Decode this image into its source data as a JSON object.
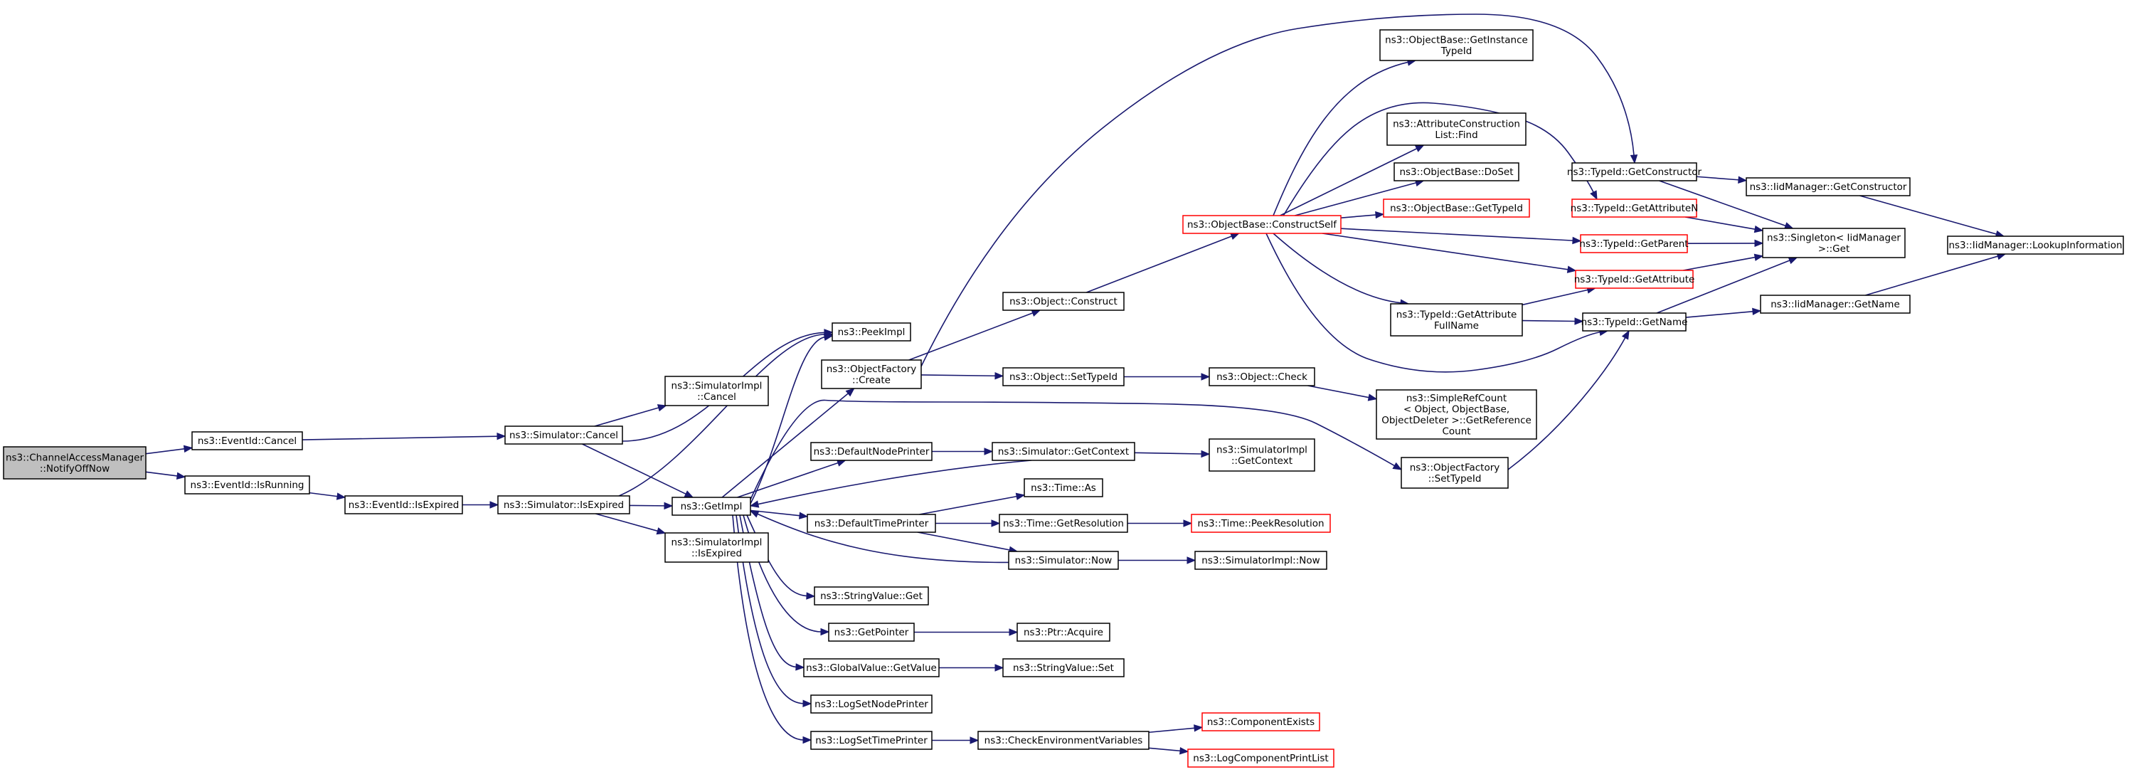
{
  "colors": {
    "edge": "#191970",
    "normal_border": "#000000",
    "truncated_border": "#ff0000",
    "root_fill": "#bfbfbf"
  },
  "nodes": [
    {
      "id": "notify",
      "label": [
        "ns3::ChannelAccessManager",
        "::NotifyOffNow"
      ],
      "style": "root"
    },
    {
      "id": "evCancel",
      "label": [
        "ns3::EventId::Cancel"
      ],
      "style": "normal"
    },
    {
      "id": "evIsRunning",
      "label": [
        "ns3::EventId::IsRunning"
      ],
      "style": "normal"
    },
    {
      "id": "evIsExpired",
      "label": [
        "ns3::EventId::IsExpired"
      ],
      "style": "normal"
    },
    {
      "id": "simCancel",
      "label": [
        "ns3::Simulator::Cancel"
      ],
      "style": "normal"
    },
    {
      "id": "simIsExpired",
      "label": [
        "ns3::Simulator::IsExpired"
      ],
      "style": "normal"
    },
    {
      "id": "siCancel",
      "label": [
        "ns3::SimulatorImpl",
        "::Cancel"
      ],
      "style": "normal"
    },
    {
      "id": "siIsExpired",
      "label": [
        "ns3::SimulatorImpl",
        "::IsExpired"
      ],
      "style": "normal"
    },
    {
      "id": "getImpl",
      "label": [
        "ns3::GetImpl"
      ],
      "style": "normal"
    },
    {
      "id": "peekImpl",
      "label": [
        "ns3::PeekImpl"
      ],
      "style": "normal"
    },
    {
      "id": "ofCreate",
      "label": [
        "ns3::ObjectFactory",
        "::Create"
      ],
      "style": "normal"
    },
    {
      "id": "defNodePrinter",
      "label": [
        "ns3::DefaultNodePrinter"
      ],
      "style": "normal"
    },
    {
      "id": "defTimePrinter",
      "label": [
        "ns3::DefaultTimePrinter"
      ],
      "style": "normal"
    },
    {
      "id": "strValGet",
      "label": [
        "ns3::StringValue::Get"
      ],
      "style": "normal"
    },
    {
      "id": "getPointer",
      "label": [
        "ns3::GetPointer"
      ],
      "style": "normal"
    },
    {
      "id": "gvGetValue",
      "label": [
        "ns3::GlobalValue::GetValue"
      ],
      "style": "normal"
    },
    {
      "id": "logSetNode",
      "label": [
        "ns3::LogSetNodePrinter"
      ],
      "style": "normal"
    },
    {
      "id": "logSetTime",
      "label": [
        "ns3::LogSetTimePrinter"
      ],
      "style": "normal"
    },
    {
      "id": "objConstruct",
      "label": [
        "ns3::Object::Construct"
      ],
      "style": "normal"
    },
    {
      "id": "objSetTypeId",
      "label": [
        "ns3::Object::SetTypeId"
      ],
      "style": "normal"
    },
    {
      "id": "simGetContext",
      "label": [
        "ns3::Simulator::GetContext"
      ],
      "style": "normal"
    },
    {
      "id": "timeAs",
      "label": [
        "ns3::Time::As"
      ],
      "style": "normal"
    },
    {
      "id": "timeGetRes",
      "label": [
        "ns3::Time::GetResolution"
      ],
      "style": "normal"
    },
    {
      "id": "simNow",
      "label": [
        "ns3::Simulator::Now"
      ],
      "style": "normal"
    },
    {
      "id": "ptrAcquire",
      "label": [
        "ns3::Ptr::Acquire"
      ],
      "style": "normal"
    },
    {
      "id": "strValSet",
      "label": [
        "ns3::StringValue::Set"
      ],
      "style": "normal"
    },
    {
      "id": "checkEnv",
      "label": [
        "ns3::CheckEnvironmentVariables"
      ],
      "style": "normal"
    },
    {
      "id": "obConstructSelf",
      "label": [
        "ns3::ObjectBase::ConstructSelf"
      ],
      "style": "red"
    },
    {
      "id": "objCheck",
      "label": [
        "ns3::Object::Check"
      ],
      "style": "normal"
    },
    {
      "id": "siGetContext",
      "label": [
        "ns3::SimulatorImpl",
        "::GetContext"
      ],
      "style": "normal"
    },
    {
      "id": "timePeekRes",
      "label": [
        "ns3::Time::PeekResolution"
      ],
      "style": "red"
    },
    {
      "id": "siNow",
      "label": [
        "ns3::SimulatorImpl::Now"
      ],
      "style": "normal"
    },
    {
      "id": "compExists",
      "label": [
        "ns3::ComponentExists"
      ],
      "style": "red"
    },
    {
      "id": "logCompPrint",
      "label": [
        "ns3::LogComponentPrintList"
      ],
      "style": "red"
    },
    {
      "id": "obGetInstTid",
      "label": [
        "ns3::ObjectBase::GetInstance",
        "TypeId"
      ],
      "style": "normal"
    },
    {
      "id": "acListFind",
      "label": [
        "ns3::AttributeConstruction",
        "List::Find"
      ],
      "style": "normal"
    },
    {
      "id": "obDoSet",
      "label": [
        "ns3::ObjectBase::DoSet"
      ],
      "style": "normal"
    },
    {
      "id": "obGetTypeId",
      "label": [
        "ns3::ObjectBase::GetTypeId"
      ],
      "style": "red"
    },
    {
      "id": "tidGetAttrFull",
      "label": [
        "ns3::TypeId::GetAttribute",
        "FullName"
      ],
      "style": "normal"
    },
    {
      "id": "simpleRef",
      "label": [
        "ns3::SimpleRefCount",
        "< Object, ObjectBase,",
        " ObjectDeleter >::GetReference",
        "Count"
      ],
      "style": "normal"
    },
    {
      "id": "ofSetTypeId",
      "label": [
        "ns3::ObjectFactory",
        "::SetTypeId"
      ],
      "style": "normal"
    },
    {
      "id": "tidGetConstructor",
      "label": [
        "ns3::TypeId::GetConstructor"
      ],
      "style": "normal"
    },
    {
      "id": "tidGetAttrN",
      "label": [
        "ns3::TypeId::GetAttributeN"
      ],
      "style": "red"
    },
    {
      "id": "tidGetParent",
      "label": [
        "ns3::TypeId::GetParent"
      ],
      "style": "red"
    },
    {
      "id": "tidGetAttribute",
      "label": [
        "ns3::TypeId::GetAttribute"
      ],
      "style": "red"
    },
    {
      "id": "tidGetName",
      "label": [
        "ns3::TypeId::GetName"
      ],
      "style": "normal"
    },
    {
      "id": "iidGetConstructor",
      "label": [
        "ns3::IidManager::GetConstructor"
      ],
      "style": "normal"
    },
    {
      "id": "singletonGet",
      "label": [
        "ns3::Singleton< IidManager",
        " >::Get"
      ],
      "style": "normal"
    },
    {
      "id": "iidGetName",
      "label": [
        "ns3::IidManager::GetName"
      ],
      "style": "normal"
    },
    {
      "id": "iidLookup",
      "label": [
        "ns3::IidManager::LookupInformation"
      ],
      "style": "normal"
    }
  ],
  "edges": [
    [
      "notify",
      "evCancel"
    ],
    [
      "notify",
      "evIsRunning"
    ],
    [
      "evCancel",
      "simCancel"
    ],
    [
      "evIsRunning",
      "evIsExpired"
    ],
    [
      "evIsExpired",
      "simIsExpired"
    ],
    [
      "simCancel",
      "siCancel"
    ],
    [
      "simCancel",
      "getImpl"
    ],
    [
      "simCancel",
      "peekImpl"
    ],
    [
      "simIsExpired",
      "siIsExpired"
    ],
    [
      "simIsExpired",
      "getImpl"
    ],
    [
      "simIsExpired",
      "peekImpl"
    ],
    [
      "getImpl",
      "peekImpl"
    ],
    [
      "getImpl",
      "ofCreate"
    ],
    [
      "getImpl",
      "defNodePrinter"
    ],
    [
      "getImpl",
      "defTimePrinter"
    ],
    [
      "getImpl",
      "strValGet"
    ],
    [
      "getImpl",
      "getPointer"
    ],
    [
      "getImpl",
      "gvGetValue"
    ],
    [
      "getImpl",
      "logSetNode"
    ],
    [
      "getImpl",
      "logSetTime"
    ],
    [
      "getImpl",
      "ofSetTypeId"
    ],
    [
      "ofCreate",
      "objConstruct"
    ],
    [
      "ofCreate",
      "objSetTypeId"
    ],
    [
      "ofCreate",
      "tidGetConstructor"
    ],
    [
      "defNodePrinter",
      "simGetContext"
    ],
    [
      "simGetContext",
      "getImpl"
    ],
    [
      "simGetContext",
      "siGetContext"
    ],
    [
      "defTimePrinter",
      "timeAs"
    ],
    [
      "defTimePrinter",
      "timeGetRes"
    ],
    [
      "defTimePrinter",
      "simNow"
    ],
    [
      "simNow",
      "getImpl"
    ],
    [
      "simNow",
      "siNow"
    ],
    [
      "timeGetRes",
      "timePeekRes"
    ],
    [
      "getPointer",
      "ptrAcquire"
    ],
    [
      "gvGetValue",
      "strValSet"
    ],
    [
      "logSetTime",
      "checkEnv"
    ],
    [
      "checkEnv",
      "compExists"
    ],
    [
      "checkEnv",
      "logCompPrint"
    ],
    [
      "objConstruct",
      "obConstructSelf"
    ],
    [
      "objSetTypeId",
      "objCheck"
    ],
    [
      "objCheck",
      "simpleRef"
    ],
    [
      "obConstructSelf",
      "obGetInstTid"
    ],
    [
      "obConstructSelf",
      "acListFind"
    ],
    [
      "obConstructSelf",
      "obDoSet"
    ],
    [
      "obConstructSelf",
      "obGetTypeId"
    ],
    [
      "obConstructSelf",
      "tidGetAttrN"
    ],
    [
      "obConstructSelf",
      "tidGetParent"
    ],
    [
      "obConstructSelf",
      "tidGetAttribute"
    ],
    [
      "obConstructSelf",
      "tidGetAttrFull"
    ],
    [
      "obConstructSelf",
      "tidGetName"
    ],
    [
      "tidGetAttrFull",
      "tidGetAttribute"
    ],
    [
      "tidGetAttrFull",
      "tidGetName"
    ],
    [
      "ofSetTypeId",
      "tidGetName"
    ],
    [
      "tidGetConstructor",
      "iidGetConstructor"
    ],
    [
      "tidGetConstructor",
      "singletonGet"
    ],
    [
      "tidGetAttrN",
      "singletonGet"
    ],
    [
      "tidGetParent",
      "singletonGet"
    ],
    [
      "tidGetAttribute",
      "singletonGet"
    ],
    [
      "tidGetName",
      "singletonGet"
    ],
    [
      "tidGetName",
      "iidGetName"
    ],
    [
      "iidGetConstructor",
      "iidLookup"
    ],
    [
      "iidGetName",
      "iidLookup"
    ]
  ]
}
